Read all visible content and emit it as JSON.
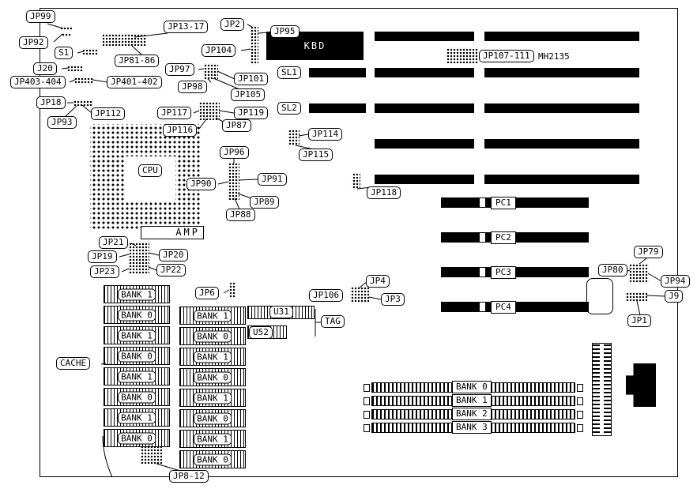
{
  "board": {
    "model_text": "MH2135"
  },
  "callouts": {
    "jp99": "JP99",
    "jp92": "JP92",
    "s1": "S1",
    "j20": "J20",
    "jp403_404": "JP403-404",
    "jp401_402": "JP401-402",
    "jp18": "JP18",
    "jp93": "JP93",
    "jp112": "JP112",
    "jp13_17": "JP13-17",
    "jp81_86": "JP81-86",
    "jp2": "JP2",
    "jp95": "JP95",
    "jp104": "JP104",
    "jp97": "JP97",
    "jp98": "JP98",
    "jp101": "JP101",
    "jp105": "JP105",
    "jp117": "JP117",
    "jp119": "JP119",
    "jp116": "JP116",
    "jp87": "JP87",
    "jp96": "JP96",
    "jp90": "JP90",
    "jp91": "JP91",
    "jp89": "JP89",
    "jp88": "JP88",
    "jp114": "JP114",
    "jp115": "JP115",
    "jp118": "JP118",
    "jp107_111": "JP107-111",
    "jp21": "JP21",
    "jp19": "JP19",
    "jp20": "JP20",
    "jp23": "JP23",
    "jp22": "JP22",
    "cache": "CACHE",
    "jp6": "JP6",
    "tag": "TAG",
    "jp106": "JP106",
    "jp4": "JP4",
    "jp3": "JP3",
    "jp79": "JP79",
    "jp80": "JP80",
    "jp94": "JP94",
    "j9": "J9",
    "jp1": "JP1",
    "jp8_12": "JP8-12"
  },
  "components": {
    "cpu": "CPU",
    "amp": "AMP",
    "kbd": "KBD",
    "u31": "U31",
    "u52": "U52"
  },
  "slots": {
    "sl1": "SL1",
    "sl2": "SL2",
    "pc": [
      "PC1",
      "PC2",
      "PC3",
      "PC4"
    ]
  },
  "cache_banks": {
    "col1": [
      "BANK 1",
      "BANK 0",
      "BANK 1",
      "BANK 0",
      "BANK 1",
      "BANK 0",
      "BANK 1",
      "BANK 0"
    ],
    "col2": [
      "BANK 1",
      "BANK 0",
      "BANK 1",
      "BANK 0",
      "BANK 1",
      "BANK 0",
      "BANK 1",
      "BANK 0"
    ]
  },
  "memory_banks": [
    "BANK 0",
    "BANK 1",
    "BANK 2",
    "BANK 3"
  ]
}
